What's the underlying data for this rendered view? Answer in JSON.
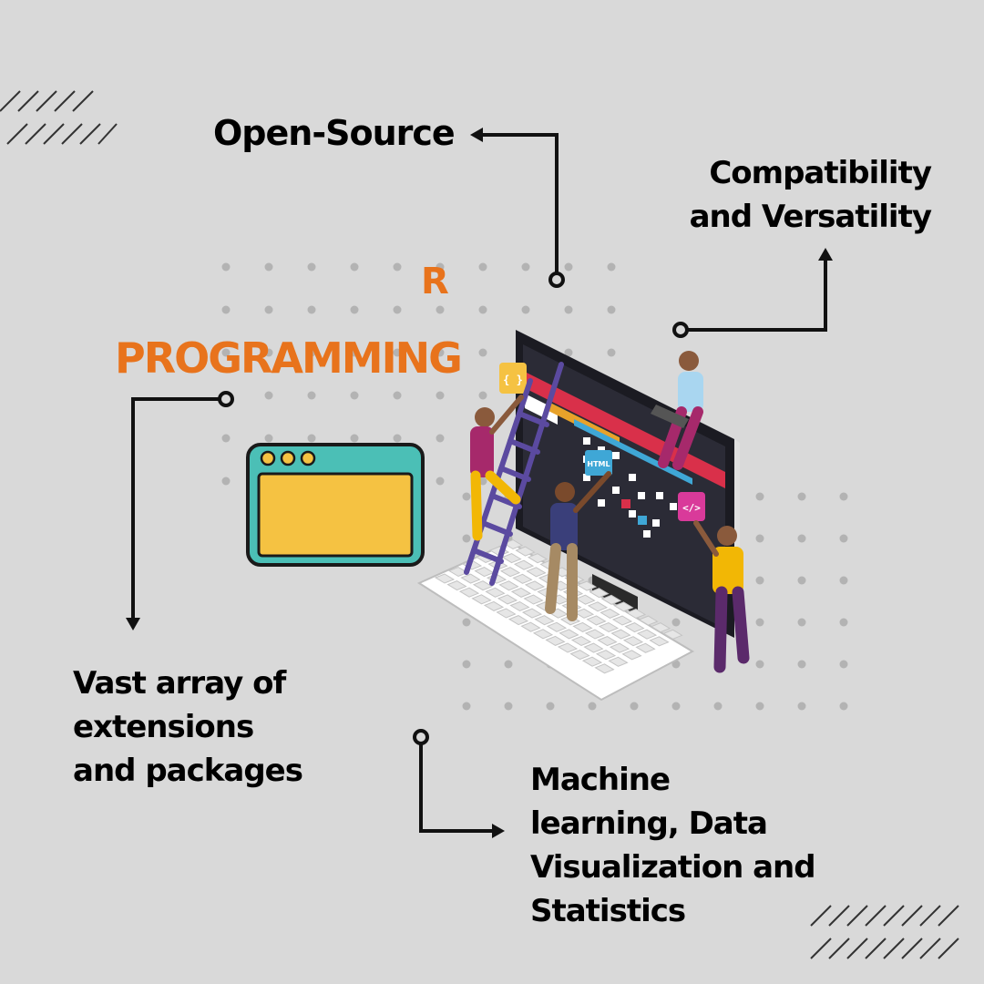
{
  "title": {
    "line1": "R",
    "line2": "PROGRAMMING"
  },
  "features": {
    "open_source": "Open-Source",
    "compat": [
      "Compatibility",
      "and Versatility"
    ],
    "extensions": [
      "Vast array of",
      "extensions",
      "and packages"
    ],
    "ml": [
      "Machine",
      "learning, Data",
      "Visualization and",
      "Statistics"
    ]
  },
  "monitor_badges": {
    "code": "{ }",
    "tag": "</>",
    "html": "HTML"
  },
  "colors": {
    "background": "#d9d9d9",
    "accent_orange": "#e8731c",
    "text": "#000000",
    "dots": "#b3b3b3",
    "window_teal": "#4bbfb6",
    "window_yellow": "#f5c242",
    "screen_red": "#d9304a",
    "screen_dark": "#1e1e28"
  }
}
